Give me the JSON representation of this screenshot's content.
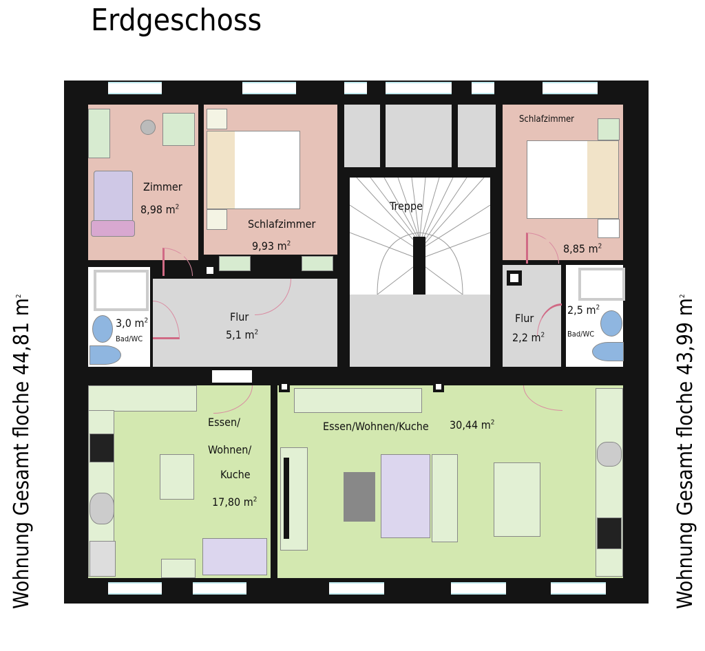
{
  "title": "Erdgeschoss",
  "side_left": {
    "text": "Wohnung Gesamt floche 44,81 m",
    "sup": "2"
  },
  "side_right": {
    "text": "Wohnung Gesamt floche 43,99 m",
    "sup": "2"
  },
  "rooms": {
    "zimmer": {
      "name": "Zimmer",
      "area": "8,98 m",
      "sup": "2"
    },
    "schlaf1": {
      "name": "Schlafzimmer",
      "area": "9,93 m",
      "sup": "2"
    },
    "treppe": {
      "name": "Treppe"
    },
    "schlaf2": {
      "name": "Schlafzimmer",
      "area": "8,85 m",
      "sup": "2"
    },
    "bad1": {
      "name": "Bad/WC",
      "area": "3,0 m",
      "sup": "2"
    },
    "flur1": {
      "name": "Flur",
      "area": "5,1 m",
      "sup": "2"
    },
    "flur2": {
      "name": "Flur",
      "area": "2,2 m",
      "sup": "2"
    },
    "bad2": {
      "name": "Bad/WC",
      "area": "2,5 m",
      "sup": "2"
    },
    "essen1": {
      "line1": "Essen/",
      "line2": "Wohnen/",
      "line3": "Kuche",
      "area": "17,80 m",
      "sup": "2"
    },
    "essen2": {
      "name": "Essen/Wohnen/Kuche",
      "area": "30,44 m",
      "sup": "2"
    }
  },
  "colors": {
    "bedroom": "#e6c2b8",
    "hall": "#d8d8d8",
    "living": "#d3e8b0",
    "wall": "#141414"
  }
}
